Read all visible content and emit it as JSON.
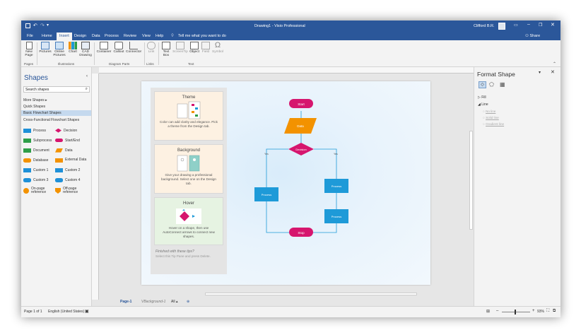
{
  "titlebar": {
    "title": "Drawing1 - Visio Professional",
    "user": "Clifford B.R."
  },
  "tabs": [
    "File",
    "Home",
    "Insert",
    "Design",
    "Data",
    "Process",
    "Review",
    "View",
    "Help"
  ],
  "tellme": "Tell me what you want to do",
  "share": "Share",
  "ribbon": {
    "new_page": "New Page",
    "pictures": "Pictures",
    "online_pictures": "Online Pictures",
    "chart": "Chart",
    "cad_drawing": "CAD Drawing",
    "container": "Container",
    "callout": "Callout",
    "connector": "Connector",
    "link": "Link",
    "text_box": "Text Box",
    "screentip": "ScreenTip",
    "object": "Object",
    "field": "Field",
    "symbol": "Symbol",
    "groups": [
      "Pages",
      "Illustrations",
      "Diagram Parts",
      "Links",
      "Text"
    ]
  },
  "shapes_pane": {
    "title": "Shapes",
    "search_placeholder": "Search shapes",
    "more_shapes": "More Shapes",
    "quick_shapes": "Quick Shapes",
    "basic_flowchart": "Basic Flowchart Shapes",
    "cross_functional": "Cross-Functional Flowchart Shapes",
    "items": [
      {
        "label": "Process",
        "color": "#1e90d8"
      },
      {
        "label": "Decision",
        "color": "#d6166e"
      },
      {
        "label": "Subprocess",
        "color": "#2e9e48"
      },
      {
        "label": "Start/End",
        "color": "#d6166e"
      },
      {
        "label": "Document",
        "color": "#2e9e48"
      },
      {
        "label": "Data",
        "color": "#f39200"
      },
      {
        "label": "Database",
        "color": "#f39200"
      },
      {
        "label": "External Data",
        "color": "#f39200"
      },
      {
        "label": "Custom 1",
        "color": "#1e90d8"
      },
      {
        "label": "Custom 2",
        "color": "#1e90d8"
      },
      {
        "label": "Custom 3",
        "color": "#1e90d8"
      },
      {
        "label": "Custom 4",
        "color": "#1e90d8"
      },
      {
        "label": "On-page reference",
        "color": "#f39200"
      },
      {
        "label": "Off-page reference",
        "color": "#f39200"
      }
    ]
  },
  "tips": {
    "theme_title": "Theme",
    "theme_desc": "Color can add clarity and elegance. Pick a theme from the Design tab.",
    "background_title": "Background",
    "background_desc": "Give your drawing a professional background. Select one on the Design tab.",
    "hover_title": "Hover",
    "hover_desc": "Hover on a shape, then use AutoConnect arrows to connect new shapes.",
    "finished": "Finished with these tips?",
    "finished_desc": "Select this Tip Pane and press Delete."
  },
  "flowchart": {
    "start": "Start",
    "data": "Data",
    "decision": "Decision",
    "yes_left": "Yes",
    "yes_right": "Yes",
    "process_left": "Process",
    "process_right1": "Process",
    "process_right2": "Process",
    "stop": "Stop"
  },
  "format_pane": {
    "title": "Format Shape",
    "fill": "Fill",
    "line": "Line",
    "no_line": "No line",
    "solid_line": "Solid line",
    "gradient_line": "Gradient line"
  },
  "pagetabs": {
    "page1": "Page-1",
    "vbackground": "VBackground-1",
    "all": "All"
  },
  "status": {
    "page": "Page 1 of 1",
    "language": "English (United States)",
    "zoom": "93%"
  },
  "colors": {
    "accent": "#2b579a",
    "flow_blue": "#1e9ad8",
    "flow_pink": "#d6166e",
    "flow_orange": "#f39200"
  }
}
